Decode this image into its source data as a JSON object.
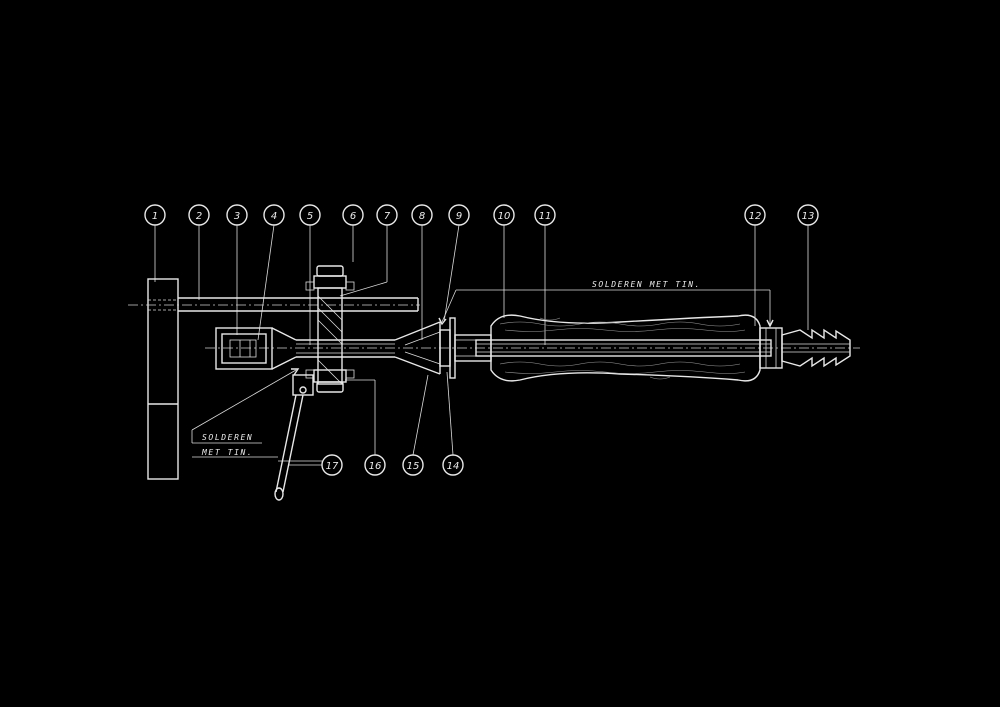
{
  "diagram": {
    "part_numbers": [
      "1",
      "2",
      "3",
      "4",
      "5",
      "6",
      "7",
      "8",
      "9",
      "10",
      "11",
      "12",
      "13",
      "14",
      "15",
      "16",
      "17"
    ],
    "note_top": "SOLDEREN MET TIN.",
    "note_left_line1": "SOLDEREN",
    "note_left_line2": "MET TIN.",
    "colors": {
      "background": "#000000",
      "line": "#e8e8e8"
    }
  }
}
